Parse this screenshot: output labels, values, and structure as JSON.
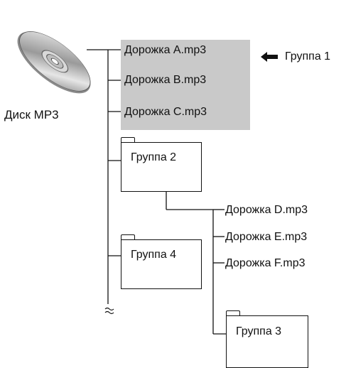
{
  "disc": {
    "label": "Диск MP3",
    "icon": "cd-disc-icon"
  },
  "group1": {
    "label": "Группа 1",
    "arrow_icon": "left-arrow-icon",
    "tracks": [
      "Дорожка A.mp3",
      "Дорожка B.mp3",
      "Дорожка C.mp3"
    ],
    "highlight_color": "#c9c9c9"
  },
  "group2": {
    "label": "Группа 2",
    "tracks": [
      "Дорожка D.mp3",
      "Дорожка E.mp3",
      "Дорожка F.mp3"
    ]
  },
  "group3": {
    "label": "Группа 3"
  },
  "group4": {
    "label": "Группа 4"
  },
  "continuation_icon": "break-symbol-icon"
}
